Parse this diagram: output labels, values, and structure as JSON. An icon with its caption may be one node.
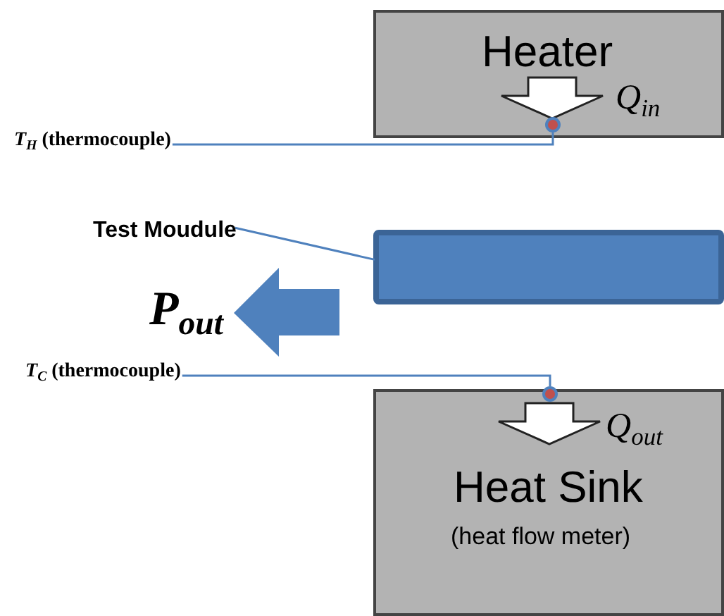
{
  "diagram": {
    "nodes": [
      {
        "text": [
          "Heater",
          "*Q*$_{in}$"
        ]
      },
      {
        "text": [],
        "shape": "circle",
        "in": 0
      },
      {
        "text": [
          "*T*$_{H}$ (thermocouple)"
        ]
      },
      {
        "text": [
          "Test Moudule"
        ]
      },
      {
        "text": [],
        "shape": "bar"
      },
      {
        "text": [
          "*T*$_{C}$ (thermocouple)"
        ]
      },
      {
        "text": [],
        "shape": "circle"
      },
      {
        "text": [
          "*Q*$_{out}$",
          "Heat Sink",
          "(heat flow meter)"
        ]
      }
    ],
    "edges": [
      {
        "from": 2,
        "to": 1,
        "arrow": "none"
      },
      {
        "from": 3,
        "to": 4,
        "arrow": "none"
      },
      {
        "from": 5,
        "to": 6,
        "arrow": "none"
      }
    ],
    "labels": [
      "*P*$_{out}$"
    ]
  }
}
